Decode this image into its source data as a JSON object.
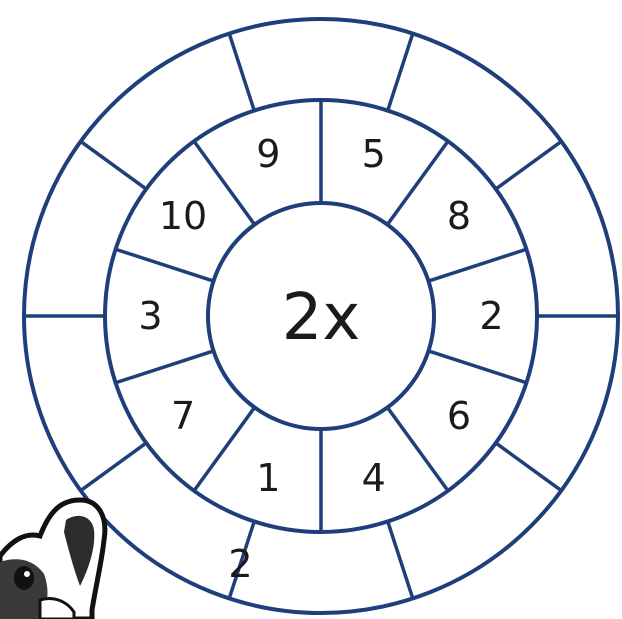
{
  "diagram": {
    "center_label": "2x",
    "inner_numbers": [
      "5",
      "8",
      "2",
      "6",
      "4",
      "1",
      "7",
      "3",
      "10",
      "9"
    ],
    "outer_answers": [
      "",
      "",
      "",
      "",
      "",
      "2",
      "",
      "",
      "",
      ""
    ],
    "colors": {
      "ring_fill": "#d5f3f7",
      "line": "#1f3f7a",
      "text": "#1b1b1b"
    }
  },
  "mascot_icon": "dog-icon"
}
